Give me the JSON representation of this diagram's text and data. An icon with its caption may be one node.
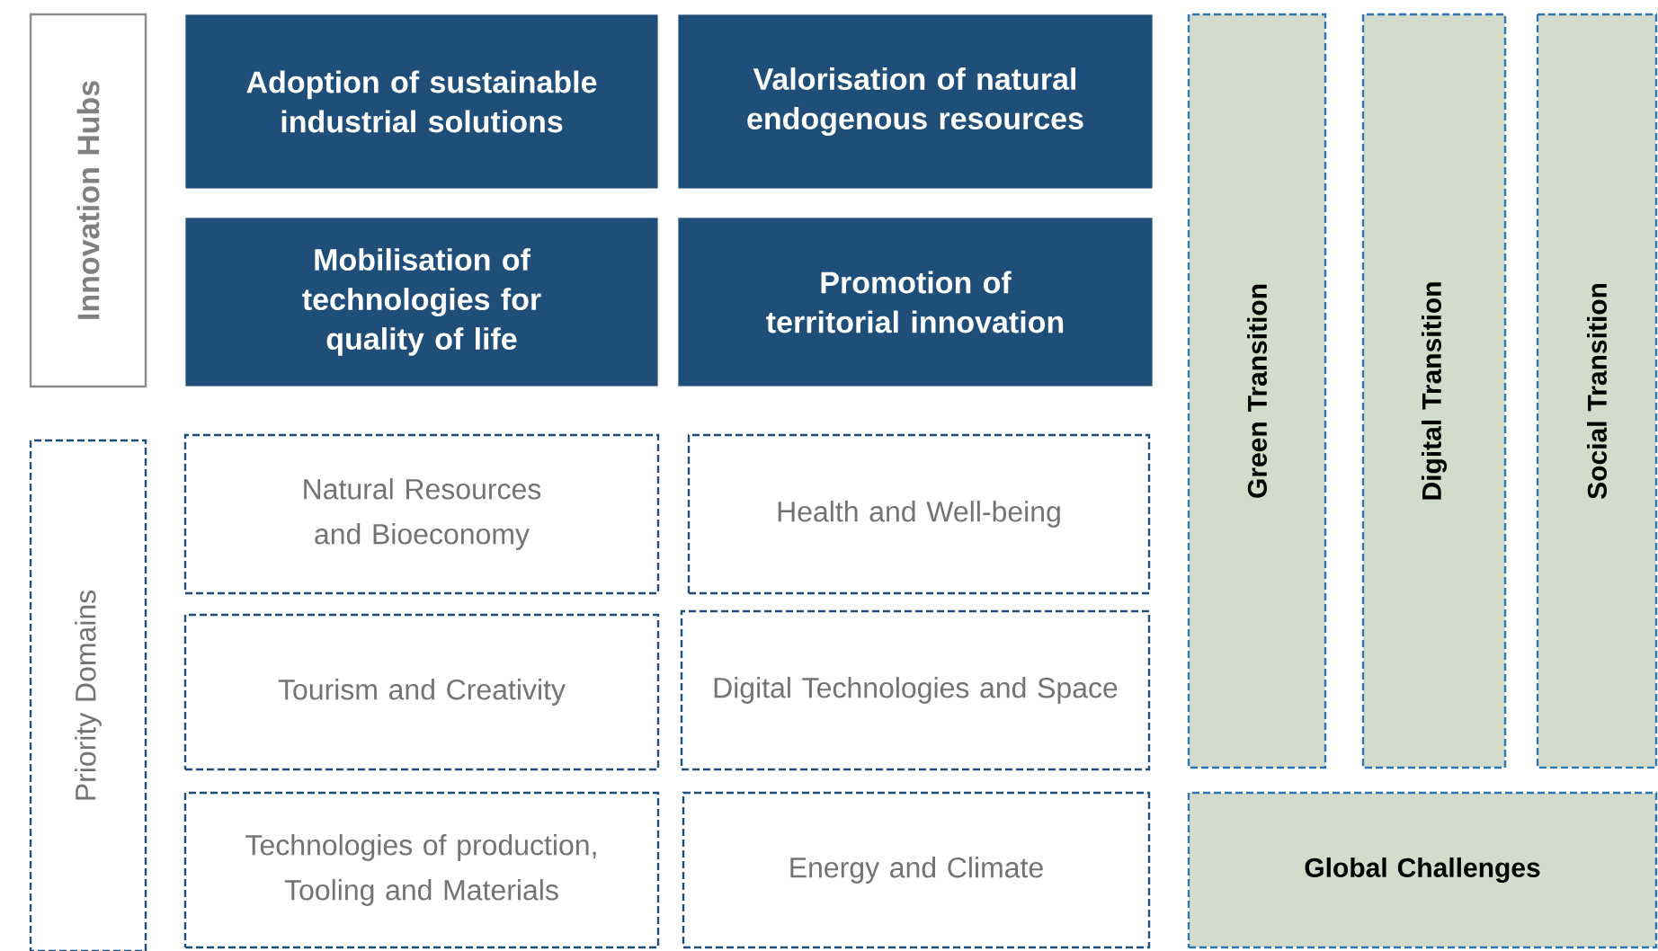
{
  "diagram": {
    "nodes": [
      {
        "text": [
          "Innovation Hubs"
        ]
      },
      {
        "text": [
          "Adoption of sustainable industrial solutions"
        ]
      },
      {
        "text": [
          "Valorisation of natural endogenous resources"
        ]
      },
      {
        "text": [
          "Mobilisation of technologies for quality of life"
        ]
      },
      {
        "text": [
          "Promotion of territorial innovation"
        ]
      },
      {
        "text": [
          "Priority Domains"
        ]
      },
      {
        "text": [
          "Natural Resources and Bioeconomy"
        ]
      },
      {
        "text": [
          "Health and Well-being"
        ]
      },
      {
        "text": [
          "Tourism and Creativity"
        ]
      },
      {
        "text": [
          "Digital Technologies and Space"
        ]
      },
      {
        "text": [
          "Technologies of production, Tooling and Materials"
        ]
      },
      {
        "text": [
          "Energy and Climate"
        ]
      },
      {
        "text": [
          "Green Transition"
        ]
      },
      {
        "text": [
          "Digital Transition"
        ]
      },
      {
        "text": [
          "Social Transition"
        ]
      },
      {
        "text": [
          "Global Challenges"
        ]
      }
    ]
  }
}
